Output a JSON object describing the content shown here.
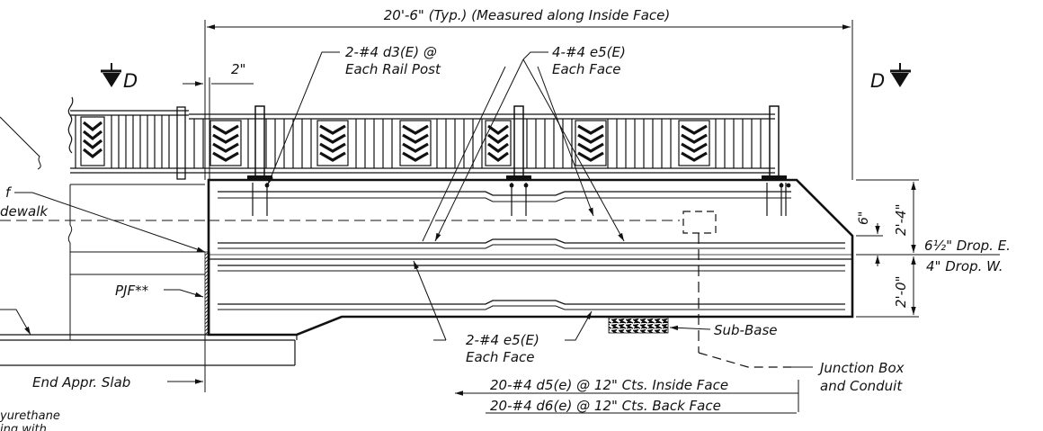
{
  "dims": {
    "overall": "20'-6\" (Typ.) (Measured along Inside Face)",
    "gap": "2\"",
    "six": "6\"",
    "two_four": "2'-4\"",
    "two_zero": "2'-0\""
  },
  "section_marks": {
    "left": "D",
    "right": "D"
  },
  "callouts": {
    "d3_line1": "2-#4 d3(E) @",
    "d3_line2": "Each Rail Post",
    "e5_top_line1": "4-#4 e5(E)",
    "e5_top_line2": "Each Face",
    "e5_bottom_line1": "2-#4 e5(E)",
    "e5_bottom_line2": "Each Face",
    "sub_base": "Sub-Base",
    "junction_line1": "Junction Box",
    "junction_line2": "and Conduit",
    "pjf": "PJF**",
    "end_slab": "End Appr. Slab",
    "left_f": "f",
    "left_sidewalk": "dewalk",
    "drop_e": "6½\" Drop. E.",
    "drop_w": "4\" Drop. W.",
    "d5": "20-#4 d5(e) @ 12\" Cts. Inside Face",
    "d6": "20-#4 d6(e) @ 12\" Cts. Back Face",
    "note_line1": "yurethane",
    "note_line2": "ing with"
  }
}
